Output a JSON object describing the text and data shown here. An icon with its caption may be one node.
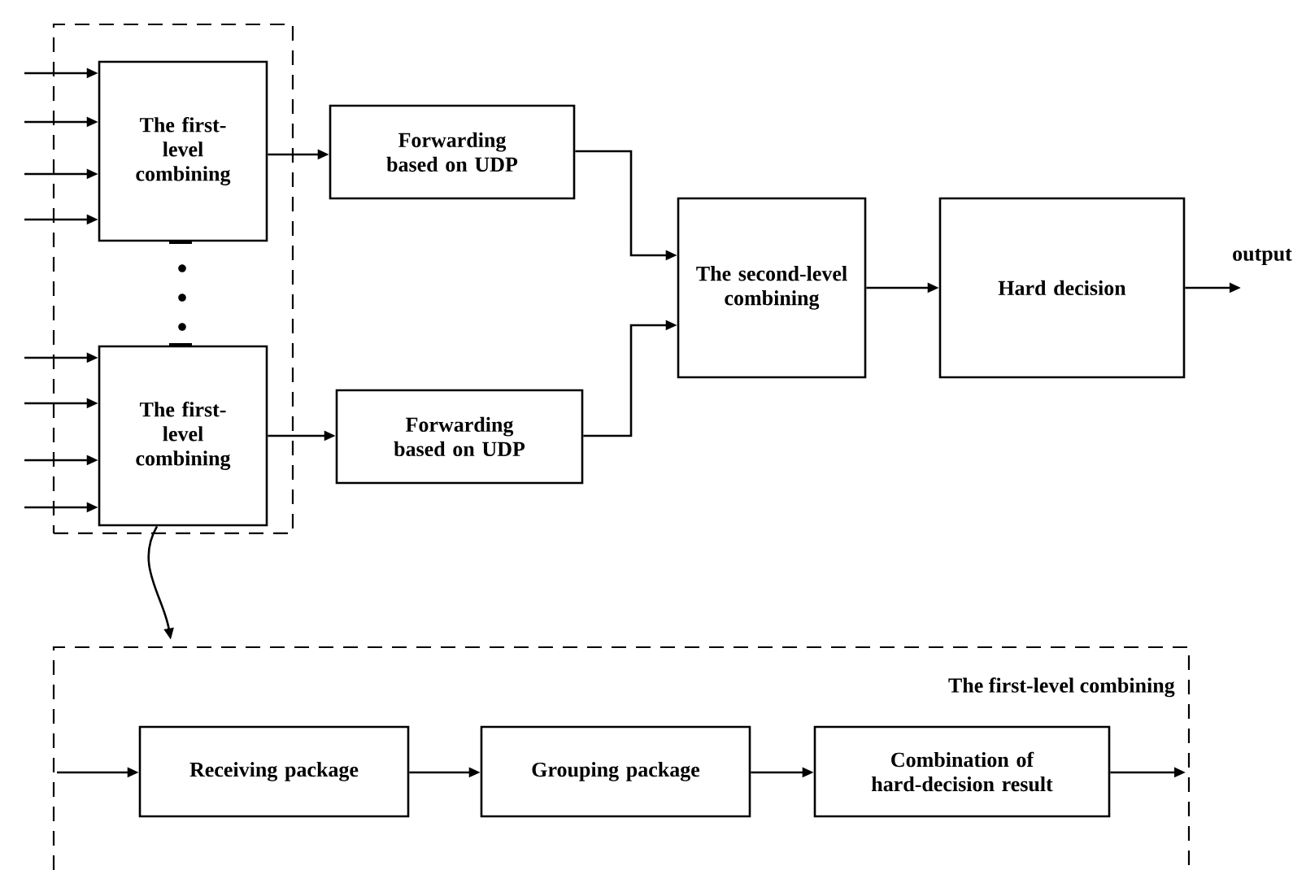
{
  "diagram": {
    "nodes": [
      {
        "text": [],
        "shape": "box"
      },
      {
        "text": [
          "The first-level combining"
        ],
        "in": 0
      },
      {
        "text": [
          "The first-level combining"
        ],
        "in": 0
      },
      {
        "text": [
          "Forwarding based on UDP"
        ]
      },
      {
        "text": [
          "Forwarding based on  UDP"
        ]
      },
      {
        "text": [
          "The second-level combining"
        ]
      },
      {
        "text": [
          "Hard decision"
        ]
      },
      {
        "text": [
          "The first-level combining"
        ]
      },
      {
        "text": [
          "Receiving package"
        ],
        "in": 7
      },
      {
        "text": [
          "Grouping package"
        ],
        "in": 7
      },
      {
        "text": [
          "Combination of hard-decision result"
        ],
        "in": 7
      },
      {
        "text": [
          "output"
        ]
      }
    ],
    "edges": [
      {
        "from": null,
        "to": 1,
        "arrow": "to"
      },
      {
        "from": null,
        "to": 1,
        "arrow": "to"
      },
      {
        "from": null,
        "to": 1,
        "arrow": "to"
      },
      {
        "from": null,
        "to": 1,
        "arrow": "to"
      },
      {
        "from": null,
        "to": 2,
        "arrow": "to"
      },
      {
        "from": null,
        "to": 2,
        "arrow": "to"
      },
      {
        "from": null,
        "to": 2,
        "arrow": "to"
      },
      {
        "from": null,
        "to": 2,
        "arrow": "to"
      },
      {
        "from": 1,
        "to": 3,
        "arrow": "to"
      },
      {
        "from": 2,
        "to": 4,
        "arrow": "to"
      },
      {
        "from": 3,
        "to": 5,
        "arrow": "to"
      },
      {
        "from": 4,
        "to": 5,
        "arrow": "to"
      },
      {
        "from": 5,
        "to": 6,
        "arrow": "to"
      },
      {
        "from": 6,
        "to": 11,
        "arrow": "to"
      },
      {
        "from": 2,
        "to": 7,
        "arrow": "to"
      },
      {
        "from": null,
        "to": 8,
        "arrow": "to"
      },
      {
        "from": 8,
        "to": 9,
        "arrow": "to"
      },
      {
        "from": 9,
        "to": 10,
        "arrow": "to"
      },
      {
        "from": 10,
        "to": null,
        "arrow": "to"
      }
    ]
  }
}
